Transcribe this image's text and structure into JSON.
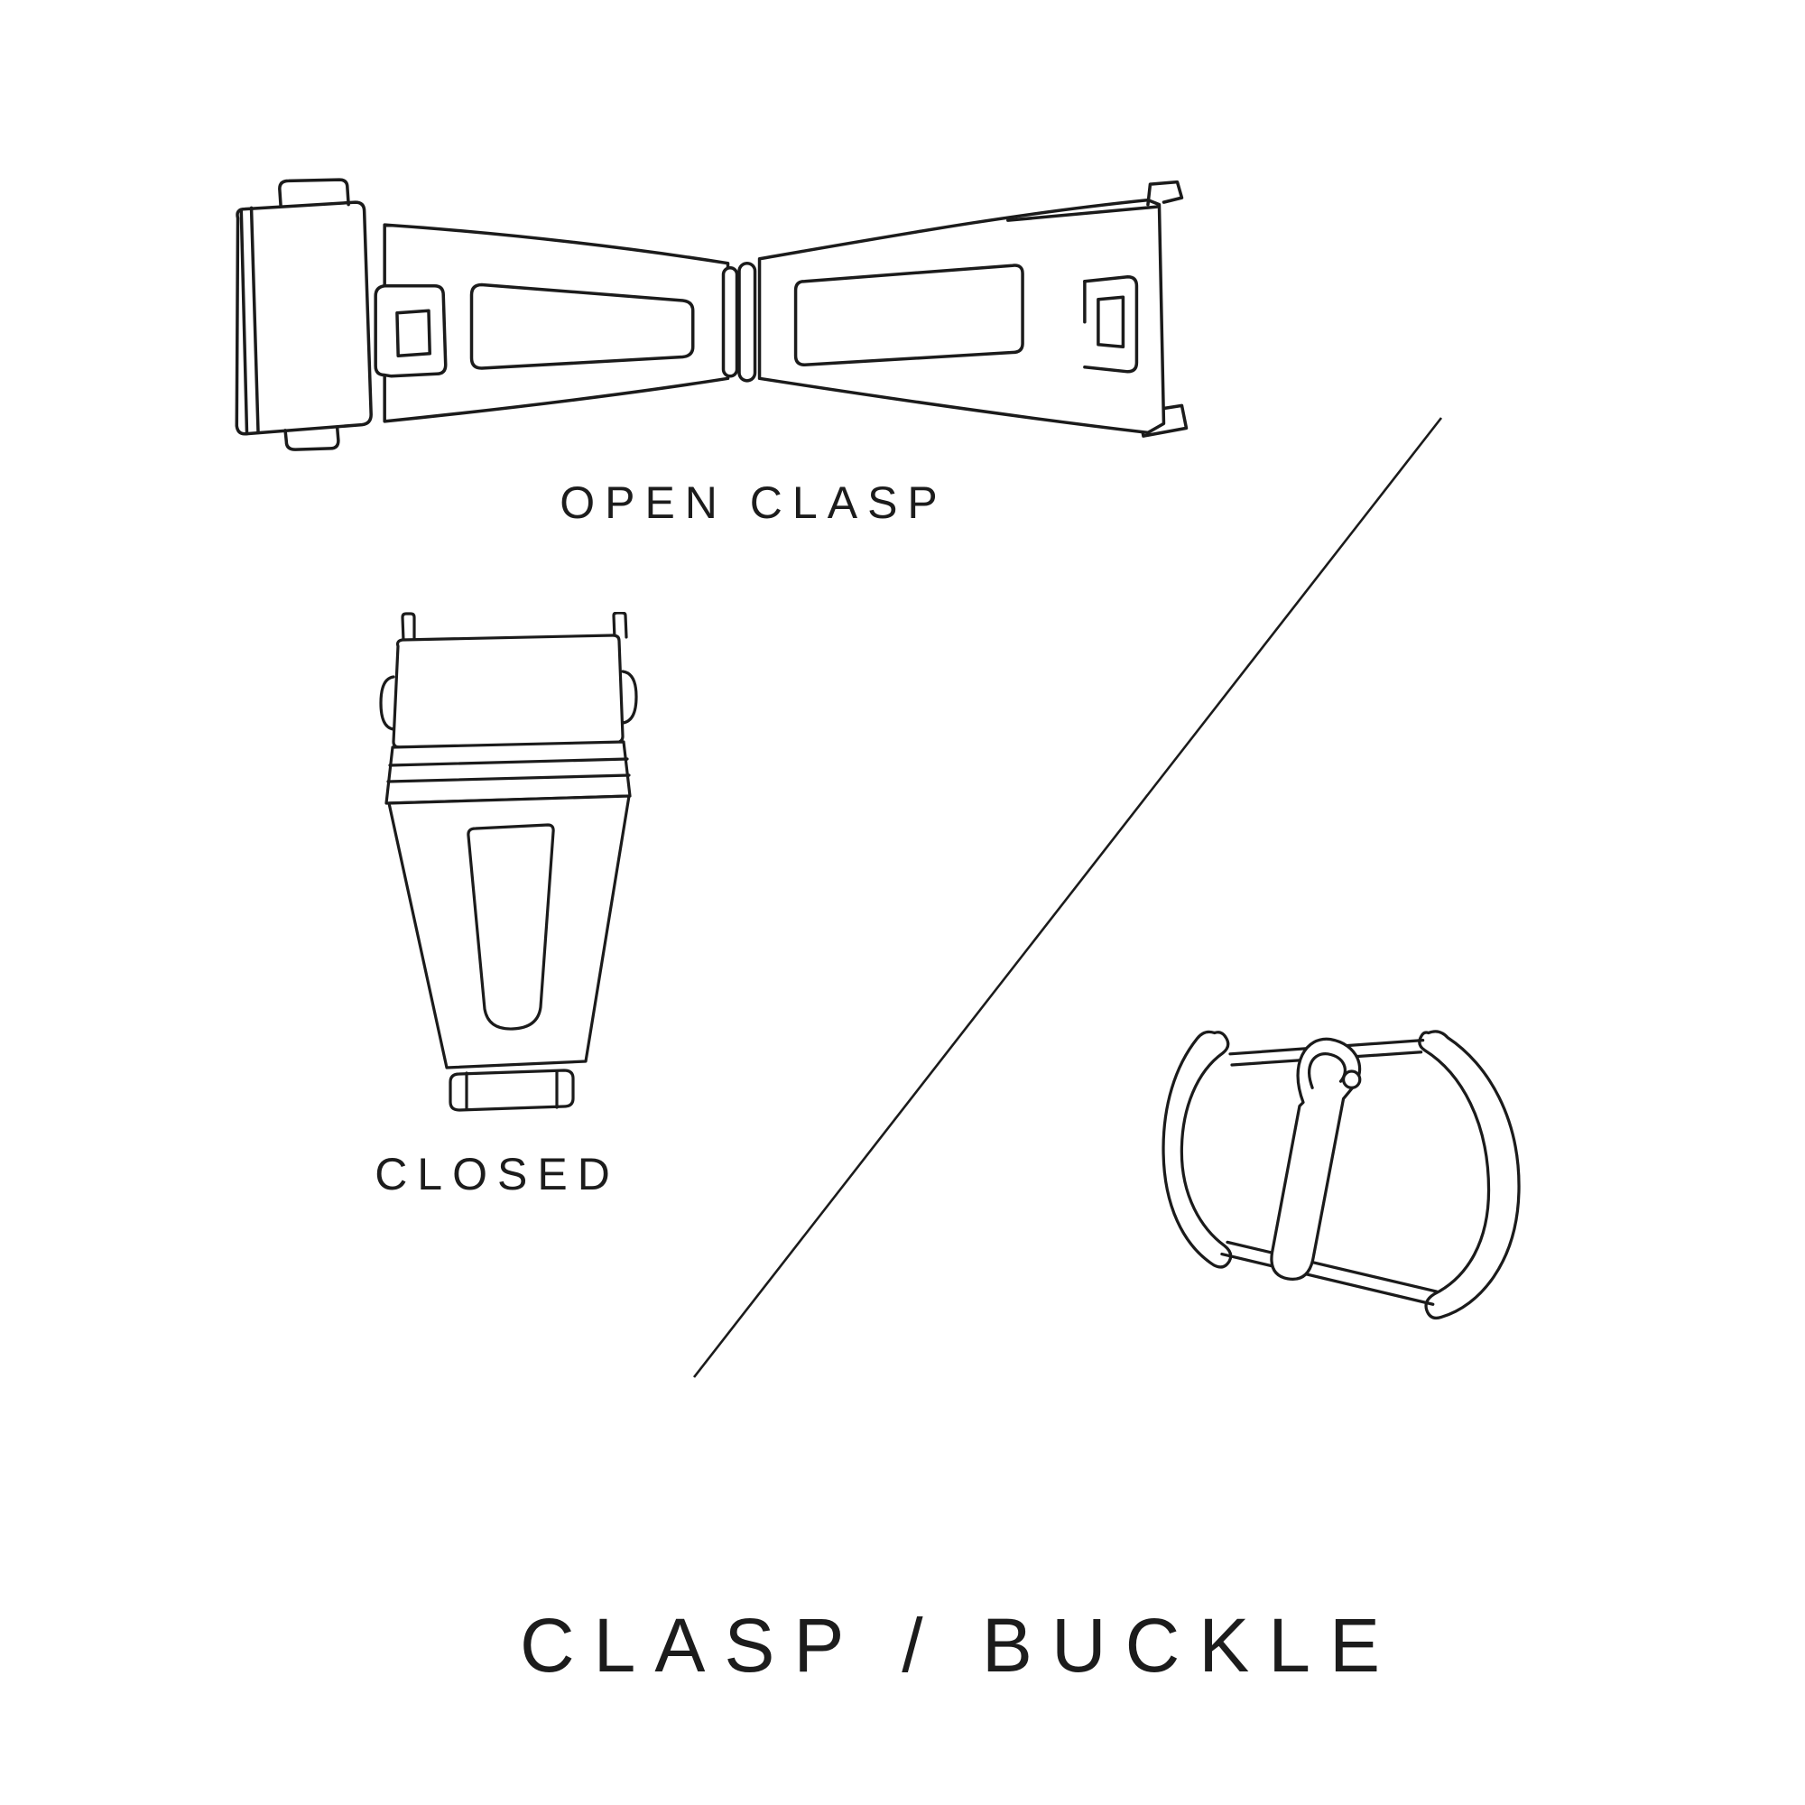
{
  "page": {
    "background_color": "#ffffff",
    "line_color": "#1b1b1b",
    "text_color": "#1c1c1c",
    "title": "CLASP / BUCKLE"
  },
  "diagram": {
    "items": [
      {
        "id": "open-clasp",
        "label": "OPEN CLASP"
      },
      {
        "id": "closed-clasp",
        "label": "CLOSED"
      },
      {
        "id": "pin-buckle",
        "label": ""
      }
    ]
  }
}
